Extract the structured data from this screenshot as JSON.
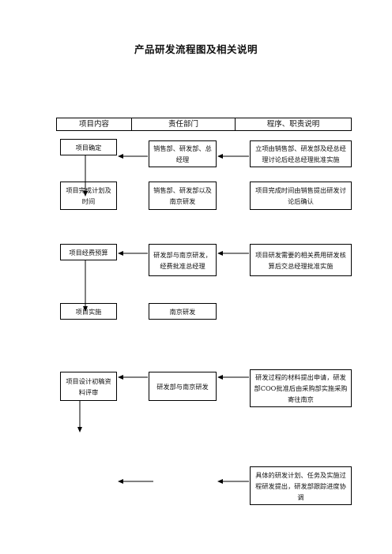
{
  "title": "产品研发流程图及相关说明",
  "header": {
    "col1": "项目内容",
    "col2": "责任部门",
    "col3": "程序、职责说明"
  },
  "rows": [
    {
      "content": "项目确定",
      "dept": "销售部、研发部、总经理",
      "desc": "立项由销售部、研发部及经总经理讨论后经总经理批准实施"
    },
    {
      "content": "项目完成计划及时间",
      "dept": "销售部、研发部以及南京研发",
      "desc": "项目完成时间由销售提出研发讨论后确认"
    },
    {
      "content": "项目经费预算",
      "dept": "研发部与南京研发，经费批准总经理",
      "desc": "项目研发需要的相关费用研发核算后交总经理批准实施"
    },
    {
      "content": "项目实施",
      "dept": "南京研发",
      "desc": ""
    },
    {
      "content": "项目设计初稿资料评审",
      "dept": "研发部与南京研发",
      "desc": "研发过程的材料提出申请，研发部COO批准后由采购部实施采购寄往南京"
    },
    {
      "content": "",
      "dept": "",
      "desc": "具体的研发计划、任务及实施过程研发提出，研发部跟踪进度协调"
    }
  ]
}
